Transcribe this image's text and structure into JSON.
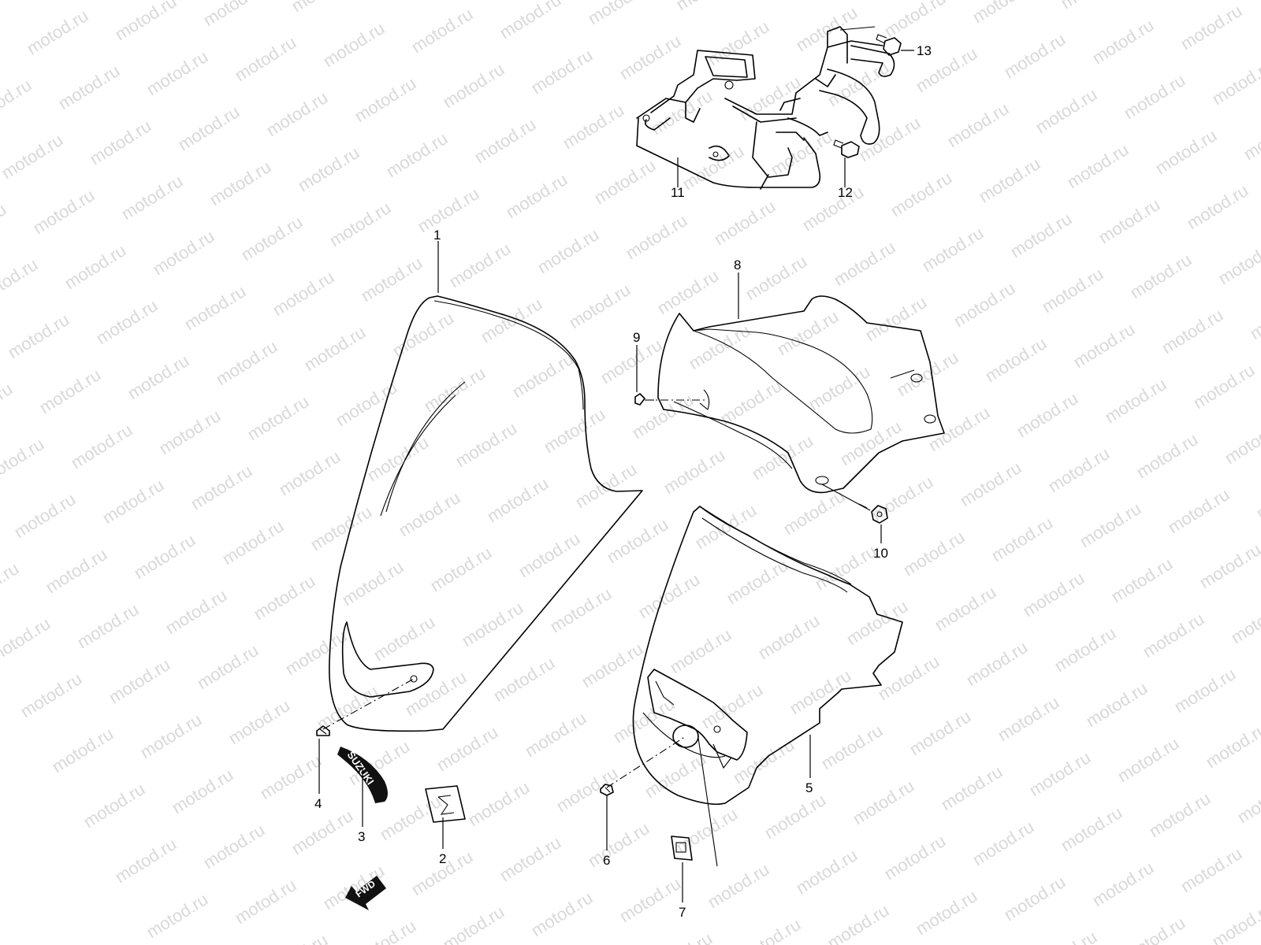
{
  "watermark": {
    "text": "motod.ru",
    "color": "#d9d9d9"
  },
  "brand_logo": {
    "text": "SUZUKI"
  },
  "fwd_arrow": {
    "label": "FWD"
  },
  "callouts": [
    {
      "id": "c1",
      "label": "1"
    },
    {
      "id": "c2",
      "label": "2"
    },
    {
      "id": "c3",
      "label": "3"
    },
    {
      "id": "c4",
      "label": "4"
    },
    {
      "id": "c5",
      "label": "5"
    },
    {
      "id": "c6",
      "label": "6"
    },
    {
      "id": "c7",
      "label": "7"
    },
    {
      "id": "c8",
      "label": "8"
    },
    {
      "id": "c9",
      "label": "9"
    },
    {
      "id": "c10",
      "label": "10"
    },
    {
      "id": "c11",
      "label": "11"
    },
    {
      "id": "c12",
      "label": "12"
    },
    {
      "id": "c13",
      "label": "13"
    }
  ]
}
